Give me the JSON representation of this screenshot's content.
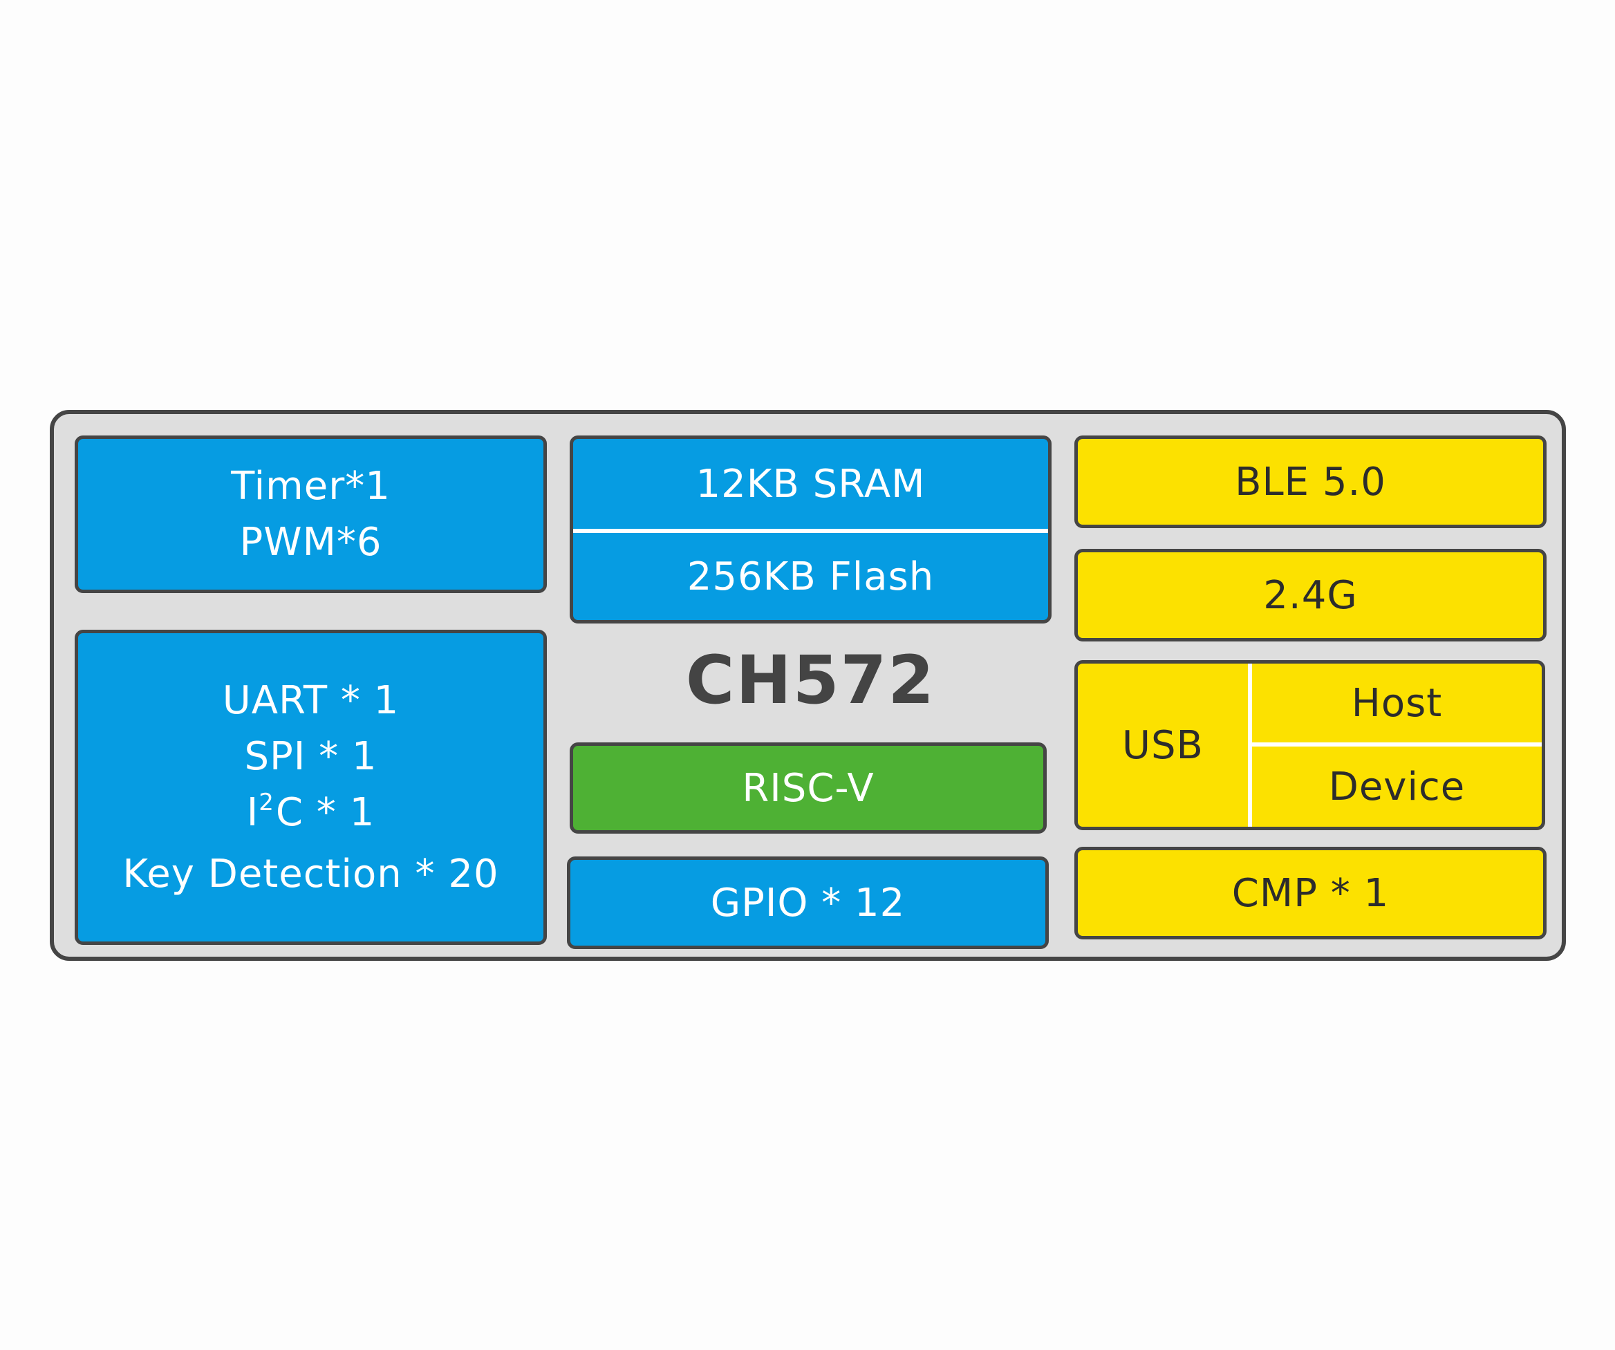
{
  "chip": {
    "name": "CH572"
  },
  "left": {
    "timers": [
      "Timer*1",
      "PWM*6"
    ],
    "peripherals": {
      "uart": "UART * 1",
      "spi": "SPI * 1",
      "i2c_prefix": "I",
      "i2c_sup": "2",
      "i2c_suffix": "C * 1",
      "key_detection": "Key Detection * 20"
    }
  },
  "center": {
    "sram": "12KB SRAM",
    "flash": "256KB Flash",
    "core": "RISC-V",
    "gpio": "GPIO * 12"
  },
  "right": {
    "ble": "BLE 5.0",
    "rf": "2.4G",
    "usb": {
      "label": "USB",
      "modes": [
        "Host",
        "Device"
      ]
    },
    "cmp": "CMP * 1"
  },
  "colors": {
    "blue": "#069ce2",
    "green": "#4eb134",
    "yellow": "#fce100",
    "chip_body": "#dedede",
    "border": "#454545"
  }
}
